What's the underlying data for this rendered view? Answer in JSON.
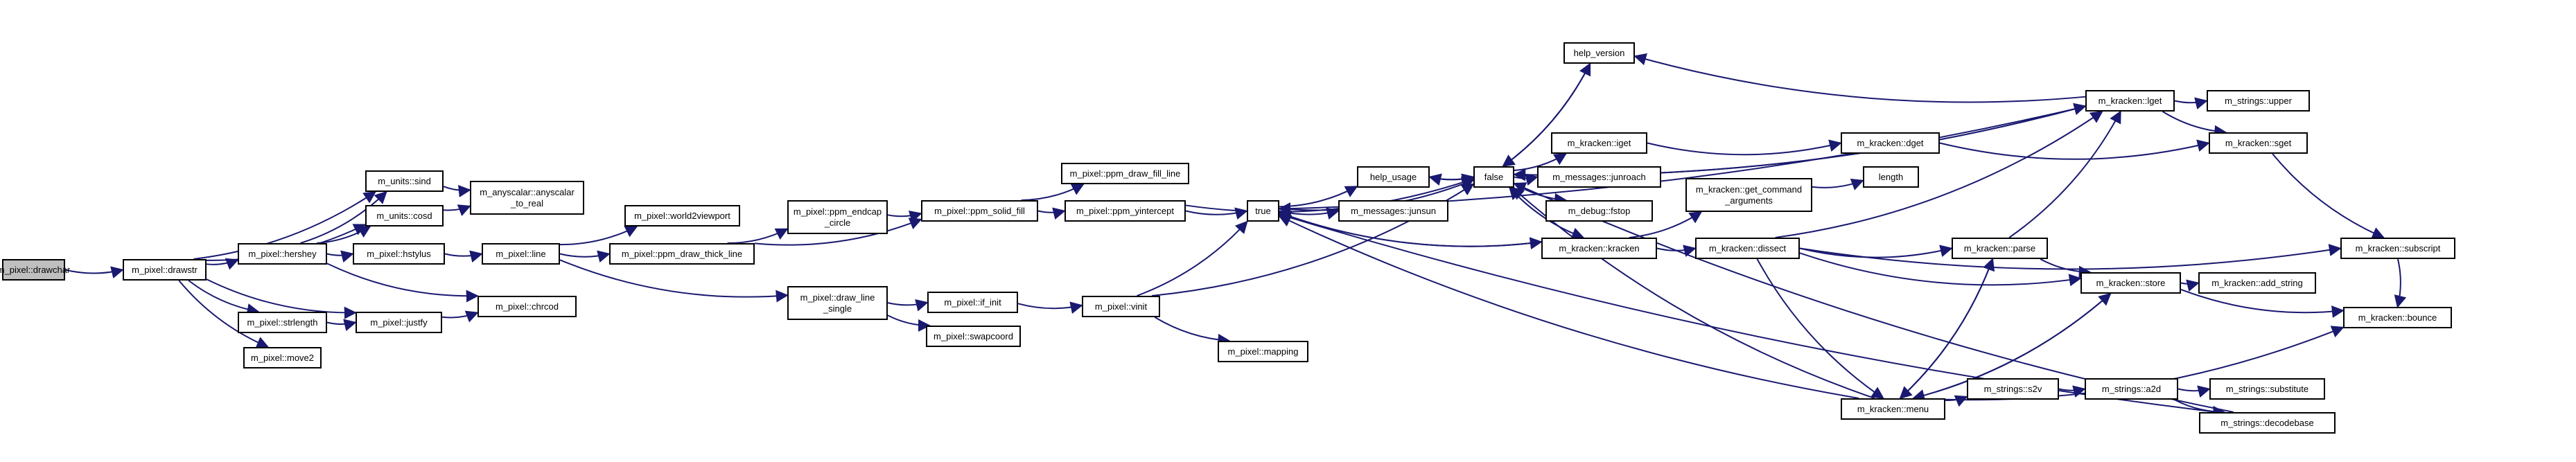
{
  "graph": {
    "edge_color": "#191970",
    "root_fill": "#bfbfbf",
    "nodes": [
      {
        "id": "drawchar",
        "label": "m_pixel::drawchar",
        "root": true
      },
      {
        "id": "drawstr",
        "label": "m_pixel::drawstr"
      },
      {
        "id": "hershey",
        "label": "m_pixel::hershey"
      },
      {
        "id": "strlength",
        "label": "m_pixel::strlength"
      },
      {
        "id": "move2",
        "label": "m_pixel::move2"
      },
      {
        "id": "sind",
        "label": "m_units::sind"
      },
      {
        "id": "cosd",
        "label": "m_units::cosd"
      },
      {
        "id": "anyscalar",
        "label": "m_anyscalar::anyscalar\n_to_real"
      },
      {
        "id": "hstylus",
        "label": "m_pixel::hstylus"
      },
      {
        "id": "justfy",
        "label": "m_pixel::justfy"
      },
      {
        "id": "chrcod",
        "label": "m_pixel::chrcod"
      },
      {
        "id": "line",
        "label": "m_pixel::line"
      },
      {
        "id": "world2viewport",
        "label": "m_pixel::world2viewport"
      },
      {
        "id": "thick_line",
        "label": "m_pixel::ppm_draw_thick_line"
      },
      {
        "id": "draw_line_single",
        "label": "m_pixel::draw_line\n_single"
      },
      {
        "id": "endcap",
        "label": "m_pixel::ppm_endcap\n_circle"
      },
      {
        "id": "solid_fill",
        "label": "m_pixel::ppm_solid_fill"
      },
      {
        "id": "draw_fill_line",
        "label": "m_pixel::ppm_draw_fill_line"
      },
      {
        "id": "yintercept",
        "label": "m_pixel::ppm_yintercept"
      },
      {
        "id": "if_init",
        "label": "m_pixel::if_init"
      },
      {
        "id": "swapcoord",
        "label": "m_pixel::swapcoord"
      },
      {
        "id": "vinit",
        "label": "m_pixel::vinit"
      },
      {
        "id": "mapping",
        "label": "m_pixel::mapping"
      },
      {
        "id": "true",
        "label": "true"
      },
      {
        "id": "help_usage",
        "label": "help_usage"
      },
      {
        "id": "junsun",
        "label": "m_messages::junsun"
      },
      {
        "id": "false",
        "label": "false"
      },
      {
        "id": "help_version",
        "label": "help_version"
      },
      {
        "id": "iget",
        "label": "m_kracken::iget"
      },
      {
        "id": "junroach",
        "label": "m_messages::junroach"
      },
      {
        "id": "fstop",
        "label": "m_debug::fstop"
      },
      {
        "id": "kracken",
        "label": "m_kracken::kracken"
      },
      {
        "id": "get_command_arguments",
        "label": "m_kracken::get_command\n_arguments"
      },
      {
        "id": "length",
        "label": "length"
      },
      {
        "id": "dget",
        "label": "m_kracken::dget"
      },
      {
        "id": "dissect",
        "label": "m_kracken::dissect"
      },
      {
        "id": "menu",
        "label": "m_kracken::menu"
      },
      {
        "id": "parse",
        "label": "m_kracken::parse"
      },
      {
        "id": "store",
        "label": "m_kracken::store"
      },
      {
        "id": "add_string",
        "label": "m_kracken::add_string"
      },
      {
        "id": "lget",
        "label": "m_kracken::lget"
      },
      {
        "id": "upper",
        "label": "m_strings::upper"
      },
      {
        "id": "sget",
        "label": "m_kracken::sget"
      },
      {
        "id": "subscript",
        "label": "m_kracken::subscript"
      },
      {
        "id": "bounce",
        "label": "m_kracken::bounce"
      },
      {
        "id": "s2v",
        "label": "m_strings::s2v"
      },
      {
        "id": "a2d",
        "label": "m_strings::a2d"
      },
      {
        "id": "substitute",
        "label": "m_strings::substitute"
      },
      {
        "id": "decodebase",
        "label": "m_strings::decodebase"
      }
    ],
    "edges": [
      [
        "drawchar",
        "drawstr"
      ],
      [
        "drawstr",
        "hershey"
      ],
      [
        "drawstr",
        "sind"
      ],
      [
        "drawstr",
        "cosd"
      ],
      [
        "drawstr",
        "strlength"
      ],
      [
        "drawstr",
        "justfy"
      ],
      [
        "drawstr",
        "move2"
      ],
      [
        "hershey",
        "sind"
      ],
      [
        "hershey",
        "cosd"
      ],
      [
        "hershey",
        "hstylus"
      ],
      [
        "hershey",
        "chrcod"
      ],
      [
        "sind",
        "anyscalar"
      ],
      [
        "cosd",
        "anyscalar"
      ],
      [
        "strlength",
        "justfy"
      ],
      [
        "justfy",
        "chrcod"
      ],
      [
        "hstylus",
        "line"
      ],
      [
        "line",
        "world2viewport"
      ],
      [
        "line",
        "thick_line"
      ],
      [
        "line",
        "draw_line_single"
      ],
      [
        "thick_line",
        "endcap"
      ],
      [
        "thick_line",
        "solid_fill"
      ],
      [
        "endcap",
        "solid_fill"
      ],
      [
        "solid_fill",
        "draw_fill_line"
      ],
      [
        "solid_fill",
        "yintercept"
      ],
      [
        "yintercept",
        "true"
      ],
      [
        "yintercept",
        "false"
      ],
      [
        "draw_line_single",
        "if_init"
      ],
      [
        "draw_line_single",
        "swapcoord"
      ],
      [
        "if_init",
        "vinit"
      ],
      [
        "vinit",
        "true"
      ],
      [
        "vinit",
        "false"
      ],
      [
        "vinit",
        "mapping"
      ],
      [
        "true",
        "help_usage"
      ],
      [
        "true",
        "junsun"
      ],
      [
        "true",
        "false"
      ],
      [
        "true",
        "kracken"
      ],
      [
        "help_usage",
        "false"
      ],
      [
        "false",
        "help_usage"
      ],
      [
        "false",
        "help_version"
      ],
      [
        "false",
        "iget"
      ],
      [
        "false",
        "junroach"
      ],
      [
        "false",
        "fstop"
      ],
      [
        "false",
        "kracken"
      ],
      [
        "false",
        "lget"
      ],
      [
        "help_version",
        "false"
      ],
      [
        "iget",
        "dget"
      ],
      [
        "dget",
        "sget"
      ],
      [
        "kracken",
        "true"
      ],
      [
        "kracken",
        "false"
      ],
      [
        "kracken",
        "get_command_arguments"
      ],
      [
        "kracken",
        "dissect"
      ],
      [
        "get_command_arguments",
        "length"
      ],
      [
        "dissect",
        "lget"
      ],
      [
        "dissect",
        "parse"
      ],
      [
        "dissect",
        "subscript"
      ],
      [
        "dissect",
        "store"
      ],
      [
        "dissect",
        "menu"
      ],
      [
        "menu",
        "true"
      ],
      [
        "menu",
        "false"
      ],
      [
        "menu",
        "parse"
      ],
      [
        "menu",
        "store"
      ],
      [
        "menu",
        "bounce"
      ],
      [
        "menu",
        "s2v"
      ],
      [
        "parse",
        "menu"
      ],
      [
        "parse",
        "store"
      ],
      [
        "parse",
        "lget"
      ],
      [
        "store",
        "menu"
      ],
      [
        "store",
        "add_string"
      ],
      [
        "store",
        "bounce"
      ],
      [
        "lget",
        "true"
      ],
      [
        "lget",
        "false"
      ],
      [
        "lget",
        "help_version"
      ],
      [
        "lget",
        "upper"
      ],
      [
        "lget",
        "sget"
      ],
      [
        "sget",
        "subscript"
      ],
      [
        "subscript",
        "bounce"
      ],
      [
        "s2v",
        "a2d"
      ],
      [
        "a2d",
        "substitute"
      ],
      [
        "a2d",
        "decodebase"
      ],
      [
        "decodebase",
        "true"
      ],
      [
        "decodebase",
        "false"
      ]
    ]
  }
}
